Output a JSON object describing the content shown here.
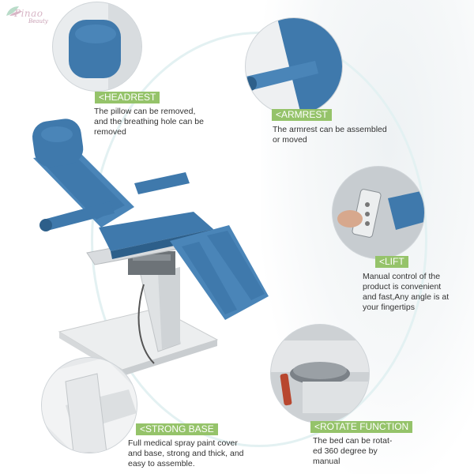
{
  "brand": {
    "name": "Pinao",
    "sub": "Beauty"
  },
  "features": [
    {
      "label": "<HEADREST",
      "lines": [
        "The pillow can be removed,",
        "and the breathing hole can be",
        "removed"
      ]
    },
    {
      "label": "<ARMREST",
      "lines": [
        "The armrest can be assembled",
        "or moved"
      ]
    },
    {
      "label": "<LIFT",
      "lines": [
        "Manual control of the",
        "product is convenient",
        "and fast,Any angle is at",
        "your fingertips"
      ]
    },
    {
      "label": "<STRONG BASE",
      "lines": [
        "Full medical spray paint cover",
        "and base, strong and thick, and",
        "easy to assemble."
      ]
    },
    {
      "label": "<ROTATE FUNCTION",
      "lines": [
        "The bed can be rotat-",
        "ed 360 degree by",
        "manual"
      ]
    }
  ],
  "colors": {
    "upholstery": "#3f79ac",
    "accent": "#95c36a",
    "base": "#e4e6e8"
  }
}
